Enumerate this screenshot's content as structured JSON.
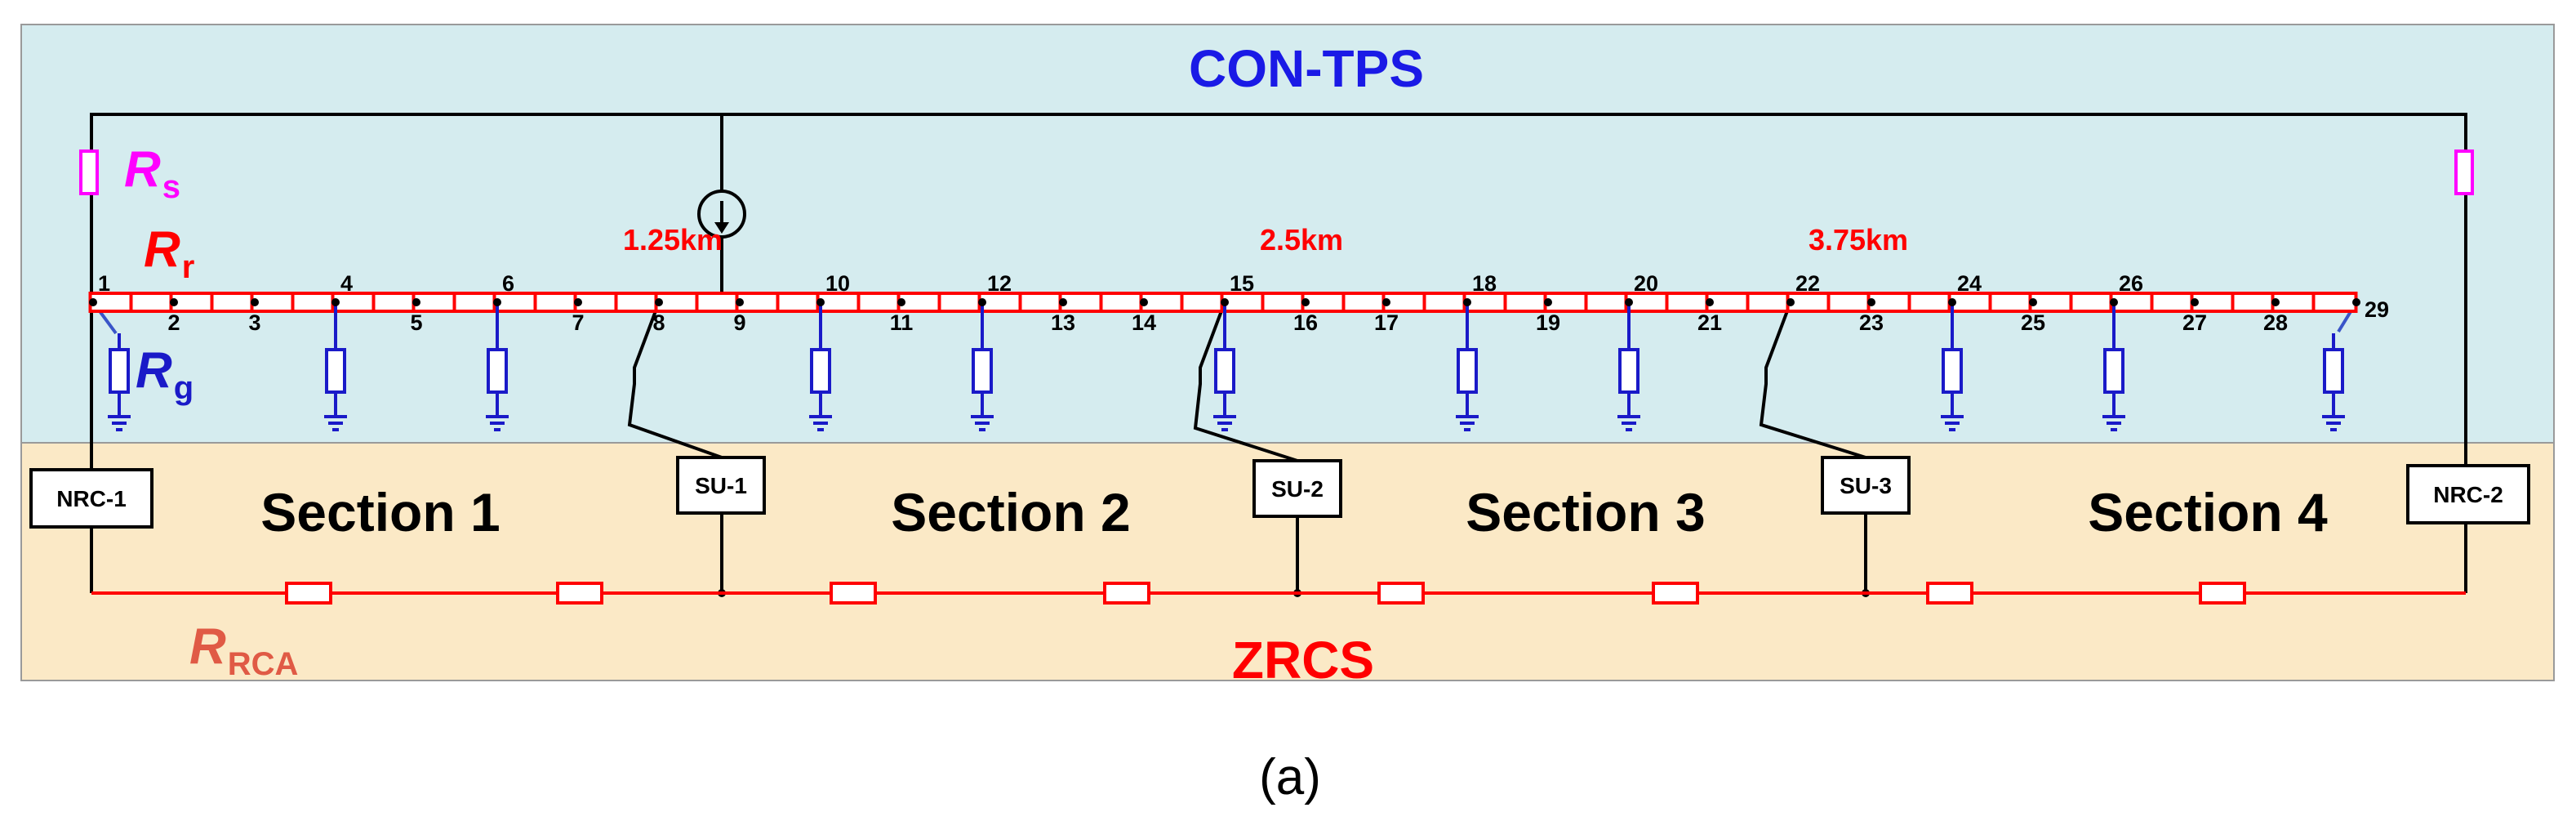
{
  "regions": {
    "top_title": "CON-TPS",
    "bottom_title": "ZRCS"
  },
  "legend": {
    "rs_main": "R",
    "rs_sub": "s",
    "rr_main": "R",
    "rr_sub": "r",
    "rg_main": "R",
    "rg_sub": "g",
    "rrca_main": "R",
    "rrca_sub": "RCA"
  },
  "distances": [
    "1.25km",
    "2.5km",
    "3.75km"
  ],
  "sections": [
    "Section 1",
    "Section 2",
    "Section 3",
    "Section 4"
  ],
  "boxes": {
    "nrc1": "NRC-1",
    "nrc2": "NRC-2",
    "su1": "SU-1",
    "su2": "SU-2",
    "su3": "SU-3"
  },
  "nodes": [
    "1",
    "2",
    "3",
    "4",
    "5",
    "6",
    "7",
    "8",
    "9",
    "10",
    "11",
    "12",
    "13",
    "14",
    "15",
    "16",
    "17",
    "18",
    "19",
    "20",
    "21",
    "22",
    "23",
    "24",
    "25",
    "26",
    "27",
    "28",
    "29"
  ],
  "caption": "(a)",
  "colors": {
    "top_bg": "#d5ecef",
    "bottom_bg": "#fbe9c6",
    "rail": "#ff0000",
    "ground": "#1a1ac8",
    "rs": "#ff00ff",
    "rrca_label": "#e05a45",
    "title_blue": "#1a1ae6",
    "title_red": "#ff0000"
  }
}
